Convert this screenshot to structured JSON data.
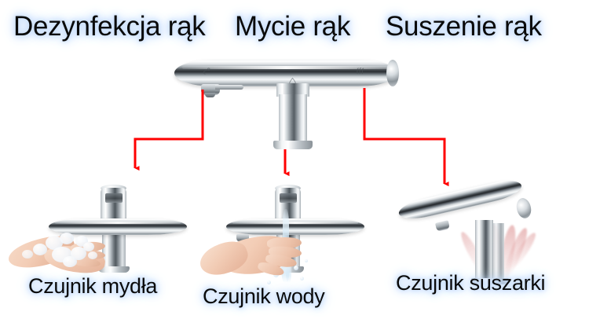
{
  "page": {
    "language": "pl",
    "background_color": "#ffffff",
    "accent_color": "#ff0000",
    "text_color": "#0a0a0a",
    "glow_color": "#cfe2fb"
  },
  "headings": {
    "disinfect": "Dezynfekcja rąk",
    "wash": "Mycie rąk",
    "dry": "Suszenie rąk"
  },
  "labels": {
    "soap_sensor": "Czujnik mydła",
    "water_sensor": "Czujnik wody",
    "dryer_sensor": "Czujnik suszarki"
  },
  "diagram": {
    "main_unit_name": "3-in-1 sensor faucet bar",
    "arrows": [
      {
        "name": "arrow-to-soap",
        "color": "#ff0000",
        "from": "soap nozzle on main bar",
        "to": "Czujnik mydła"
      },
      {
        "name": "arrow-to-water",
        "color": "#ff0000",
        "from": "central water column on main bar",
        "to": "Czujnik wody"
      },
      {
        "name": "arrow-to-dryer",
        "color": "#ff0000",
        "from": "dryer outlet on main bar",
        "to": "Czujnik suszarki"
      }
    ],
    "panels": [
      {
        "name": "soap-panel",
        "icon": "soap-dispenser-icon",
        "caption_key": "soap_sensor",
        "depicts": "hands with soap foam under chrome sensor dispenser"
      },
      {
        "name": "water-panel",
        "icon": "water-tap-icon",
        "caption_key": "water_sensor",
        "depicts": "open hand under running water from chrome sensor tap"
      },
      {
        "name": "dryer-panel",
        "icon": "hand-dryer-icon",
        "caption_key": "dryer_sensor",
        "depicts": "tilted chrome bar blowing warm air streams"
      }
    ]
  }
}
